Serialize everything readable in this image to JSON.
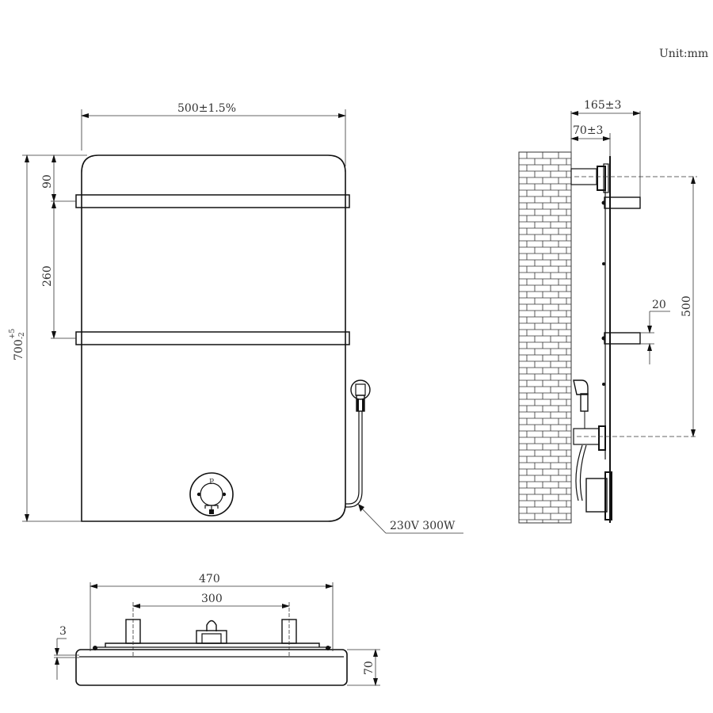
{
  "unit_label": "Unit:mm",
  "front_view": {
    "width_label": "500±1.5%",
    "height_label": "700",
    "height_tol_plus": "+5",
    "height_tol_minus": "-2",
    "top_to_bar_label": "90",
    "bar_spacing_label": "260",
    "power_label": "230V 300W",
    "control_dial_mark": "P"
  },
  "side_view": {
    "total_depth_label": "165±3",
    "wall_gap_label": "70±3",
    "bracket_spacing_label": "500",
    "bar_diameter_label": "20"
  },
  "bottom_view": {
    "overall_width_label": "470",
    "bracket_spacing_label": "300",
    "panel_thickness_label": "3",
    "depth_label": "70"
  }
}
